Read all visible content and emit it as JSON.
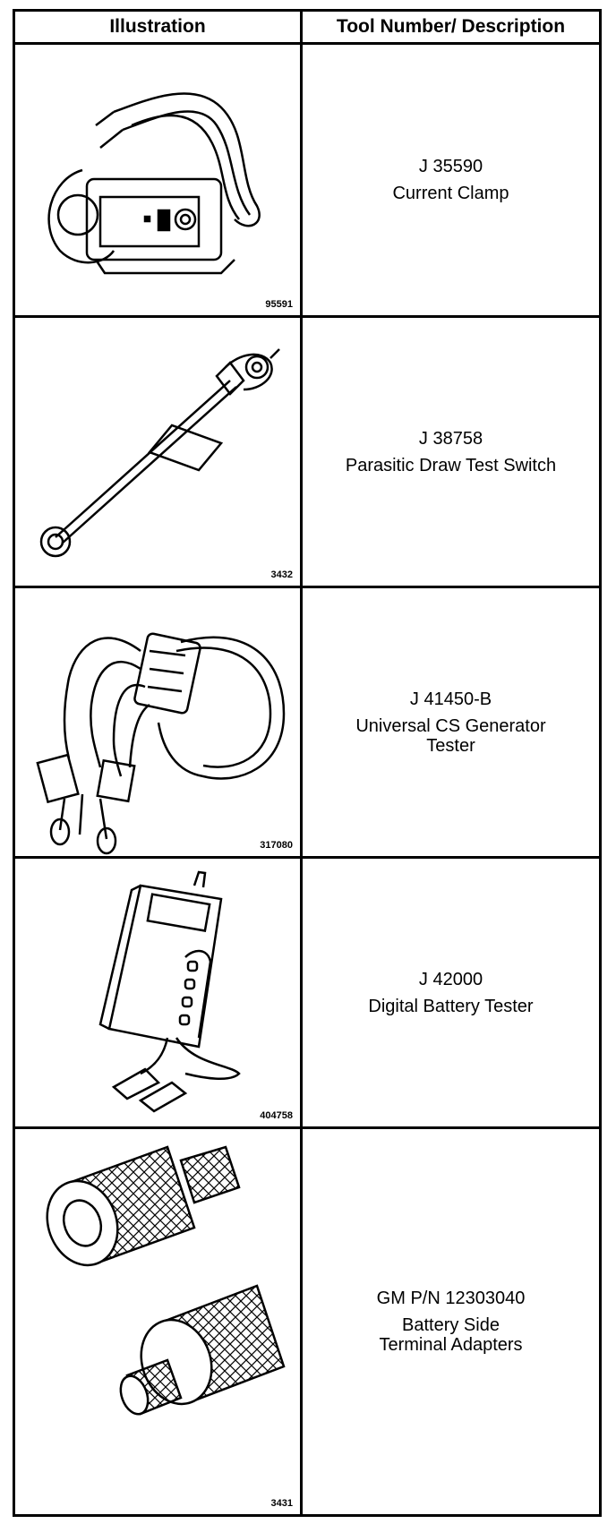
{
  "header": {
    "illustration": "Illustration",
    "description": "Tool Number/ Description"
  },
  "tools": [
    {
      "figure": "95591",
      "number": "J 35590",
      "name": "Current Clamp",
      "icon": "current-clamp-icon"
    },
    {
      "figure": "3432",
      "number": "J 38758",
      "name": "Parasitic Draw Test Switch",
      "icon": "test-switch-icon"
    },
    {
      "figure": "317080",
      "number": "J 41450-B",
      "name": "Universal CS Generator\nTester",
      "icon": "generator-tester-icon"
    },
    {
      "figure": "404758",
      "number": "J 42000",
      "name": "Digital Battery Tester",
      "icon": "battery-tester-icon"
    },
    {
      "figure": "3431",
      "number": "GM P/N 12303040",
      "name": "Battery Side\nTerminal Adapters",
      "icon": "terminal-adapters-icon"
    }
  ]
}
